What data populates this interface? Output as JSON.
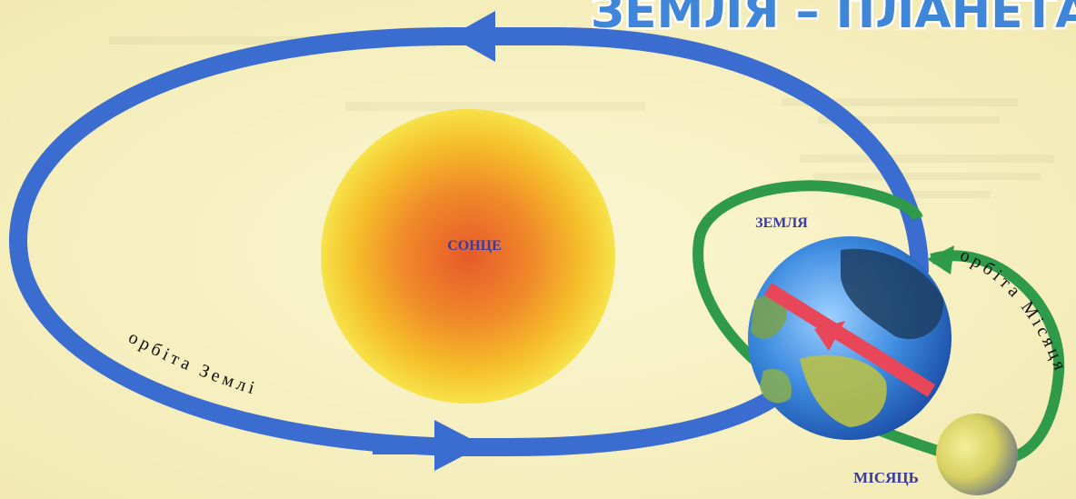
{
  "title": "ЗЕМЛЯ – ПЛАНЕТА",
  "labels": {
    "sun": "СОНЦЕ",
    "earth": "ЗЕМЛЯ",
    "moon": "МІСЯЦЬ",
    "earth_orbit": "орбіта Землі",
    "moon_orbit": "орбіта Місяця"
  },
  "colors": {
    "background": "#f7f1c4",
    "earth_orbit": "#3b6cd0",
    "moon_orbit": "#2e9a4a",
    "axis": "#e8475a",
    "label": "#3a3aa0",
    "title_fill": "#3f86d8",
    "title_stroke": "#ffffff"
  }
}
